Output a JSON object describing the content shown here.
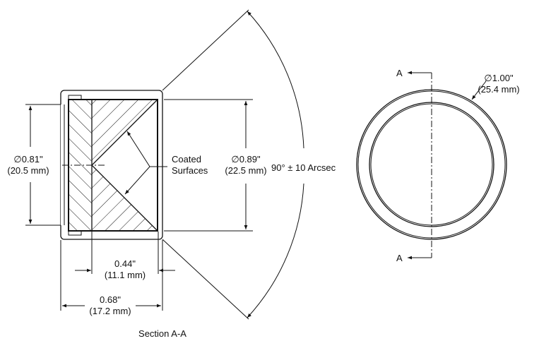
{
  "section_view": {
    "dia_small": "∅0.81\"",
    "dia_small_mm": "(20.5 mm)",
    "dia_prism": "∅0.89\"",
    "dia_prism_mm": "(22.5 mm)",
    "coated_line1": "Coated",
    "coated_line2": "Surfaces",
    "angle": "90° ± 10 Arcsec",
    "length_inner": "0.44\"",
    "length_inner_mm": "(11.1 mm)",
    "length_outer": "0.68\"",
    "length_outer_mm": "(17.2 mm)",
    "caption": "Section A-A"
  },
  "front_view": {
    "dia_outer": "∅1.00\"",
    "dia_outer_mm": "(25.4 mm)",
    "section_label_top": "A",
    "section_label_bottom": "A"
  }
}
